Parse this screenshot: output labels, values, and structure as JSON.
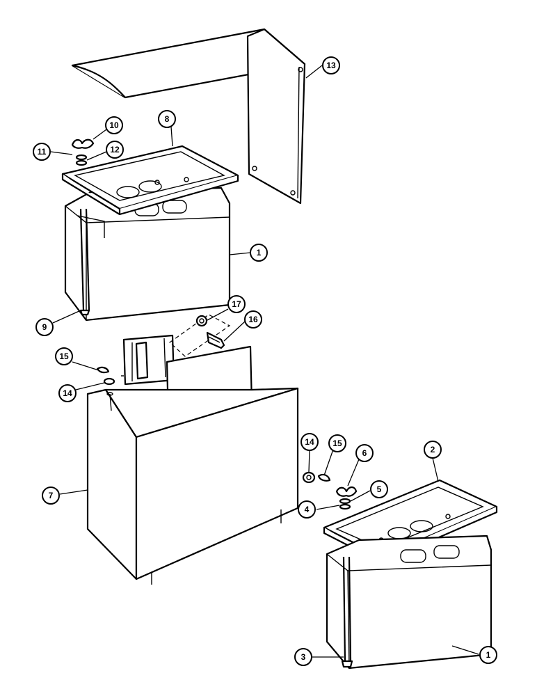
{
  "callouts": [
    {
      "id": "c1a",
      "label": "1"
    },
    {
      "id": "c1b",
      "label": "1"
    },
    {
      "id": "c2",
      "label": "2"
    },
    {
      "id": "c3",
      "label": "3"
    },
    {
      "id": "c4",
      "label": "4"
    },
    {
      "id": "c5",
      "label": "5"
    },
    {
      "id": "c6",
      "label": "6"
    },
    {
      "id": "c7",
      "label": "7"
    },
    {
      "id": "c8",
      "label": "8"
    },
    {
      "id": "c9",
      "label": "9"
    },
    {
      "id": "c10",
      "label": "10"
    },
    {
      "id": "c11",
      "label": "11"
    },
    {
      "id": "c12",
      "label": "12"
    },
    {
      "id": "c13",
      "label": "13"
    },
    {
      "id": "c14a",
      "label": "14"
    },
    {
      "id": "c14b",
      "label": "14"
    },
    {
      "id": "c15a",
      "label": "15"
    },
    {
      "id": "c15b",
      "label": "15"
    },
    {
      "id": "c16",
      "label": "16"
    },
    {
      "id": "c17",
      "label": "17"
    }
  ]
}
